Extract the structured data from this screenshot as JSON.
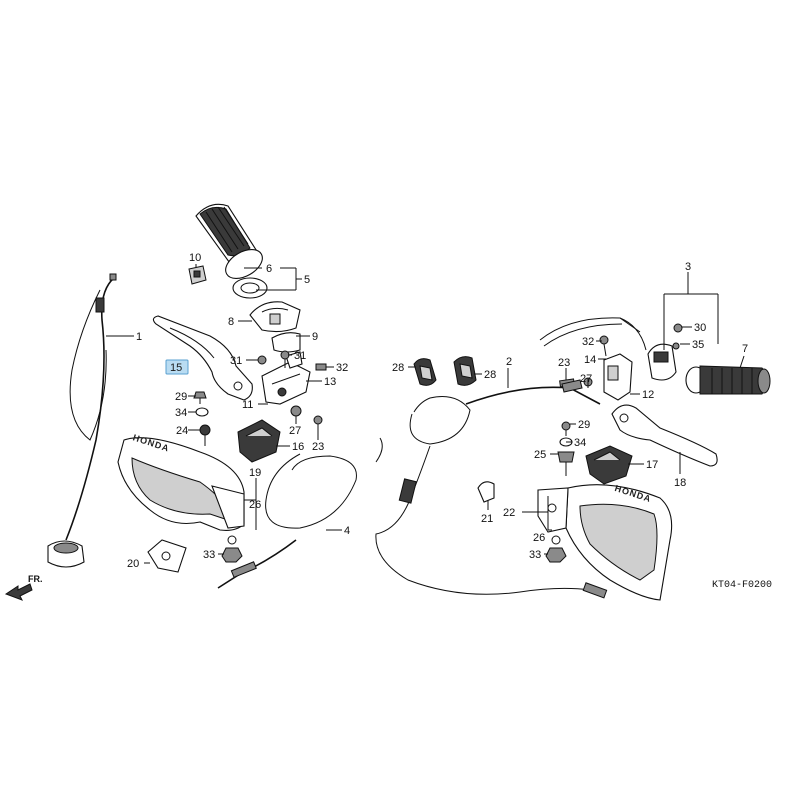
{
  "diagram": {
    "code": "KT04-F0200",
    "direction_label": "FR.",
    "brand_left": "HONDA",
    "brand_right": "HONDA",
    "selected_callout": "15",
    "selected_color": "#b9dcf2",
    "selected_border": "#5aa0d0",
    "callouts": {
      "c1": "1",
      "c2": "2",
      "c3": "3",
      "c4": "4",
      "c5": "5",
      "c6": "6",
      "c7": "7",
      "c8": "8",
      "c9": "9",
      "c10": "10",
      "c11": "11",
      "c12": "12",
      "c13": "13",
      "c14": "14",
      "c15": "15",
      "c16": "16",
      "c17": "17",
      "c18": "18",
      "c19": "19",
      "c20": "20",
      "c21": "21",
      "c22": "22",
      "c23a": "23",
      "c23b": "23",
      "c24": "24",
      "c25": "25",
      "c26a": "26",
      "c26b": "26",
      "c27": "27",
      "c28a": "28",
      "c28b": "28",
      "c29a": "29",
      "c29b": "29",
      "c30": "30",
      "c31a": "31",
      "c31b": "31",
      "c32a": "32",
      "c32b": "32",
      "c33a": "33",
      "c33b": "33",
      "c34a": "34",
      "c34b": "34",
      "c35": "35"
    }
  }
}
